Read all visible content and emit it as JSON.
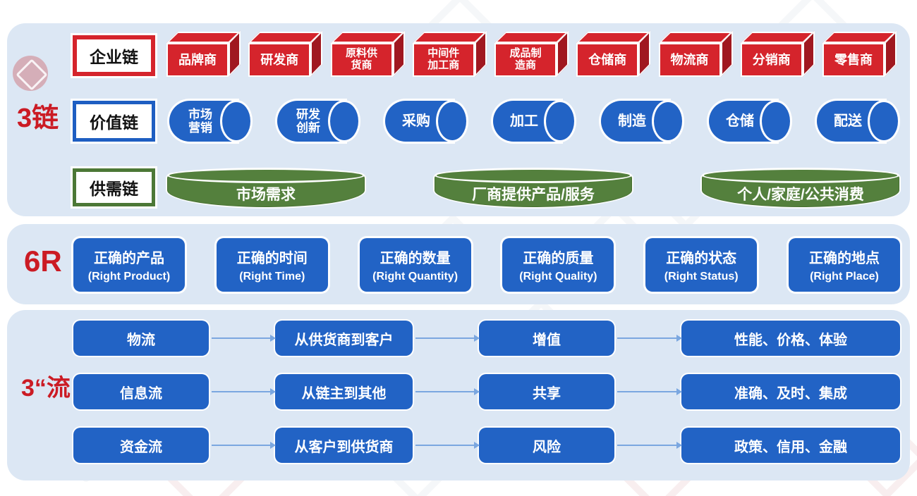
{
  "colors": {
    "red": "#D5242C",
    "red_dark": "#A01820",
    "blue": "#2263C5",
    "green": "#54803D",
    "panel_bg": "#DCE7F4",
    "accent_text": "#CB1B24",
    "arrow": "#7BA7E0"
  },
  "chains": {
    "label": "3链",
    "rows": [
      {
        "label": "企业链",
        "type": "box3d",
        "items": [
          [
            "品牌商"
          ],
          [
            "研发商"
          ],
          [
            "原料供",
            "货商"
          ],
          [
            "中间件",
            "加工商"
          ],
          [
            "成品制",
            "造商"
          ],
          [
            "仓储商"
          ],
          [
            "物流商"
          ],
          [
            "分销商"
          ],
          [
            "零售商"
          ]
        ]
      },
      {
        "label": "价值链",
        "type": "cylinder",
        "items": [
          [
            "市场",
            "营销"
          ],
          [
            "研发",
            "创新"
          ],
          [
            "采购"
          ],
          [
            "加工"
          ],
          [
            "制造"
          ],
          [
            "仓储"
          ],
          [
            "配送"
          ]
        ]
      },
      {
        "label": "供需链",
        "type": "disk",
        "items": [
          [
            "市场需求"
          ],
          [
            "厂商提供产品/服务"
          ],
          [
            "个人/家庭/公共消费"
          ]
        ]
      }
    ]
  },
  "six_r": {
    "label": "6R",
    "items": [
      {
        "zh": "正确的产品",
        "en": "(Right Product)"
      },
      {
        "zh": "正确的时间",
        "en": "(Right Time)"
      },
      {
        "zh": "正确的数量",
        "en": "(Right Quantity)"
      },
      {
        "zh": "正确的质量",
        "en": "(Right Quality)"
      },
      {
        "zh": "正确的状态",
        "en": "(Right Status)"
      },
      {
        "zh": "正确的地点",
        "en": "(Right Place)"
      }
    ]
  },
  "flows": {
    "label": "3“流”",
    "rows": [
      {
        "cells": [
          "物流",
          "从供货商到客户",
          "增值",
          "性能、价格、体验"
        ]
      },
      {
        "cells": [
          "信息流",
          "从链主到其他",
          "共享",
          "准确、及时、集成"
        ]
      },
      {
        "cells": [
          "资金流",
          "从客户到供货商",
          "风险",
          "政策、信用、金融"
        ]
      }
    ]
  }
}
